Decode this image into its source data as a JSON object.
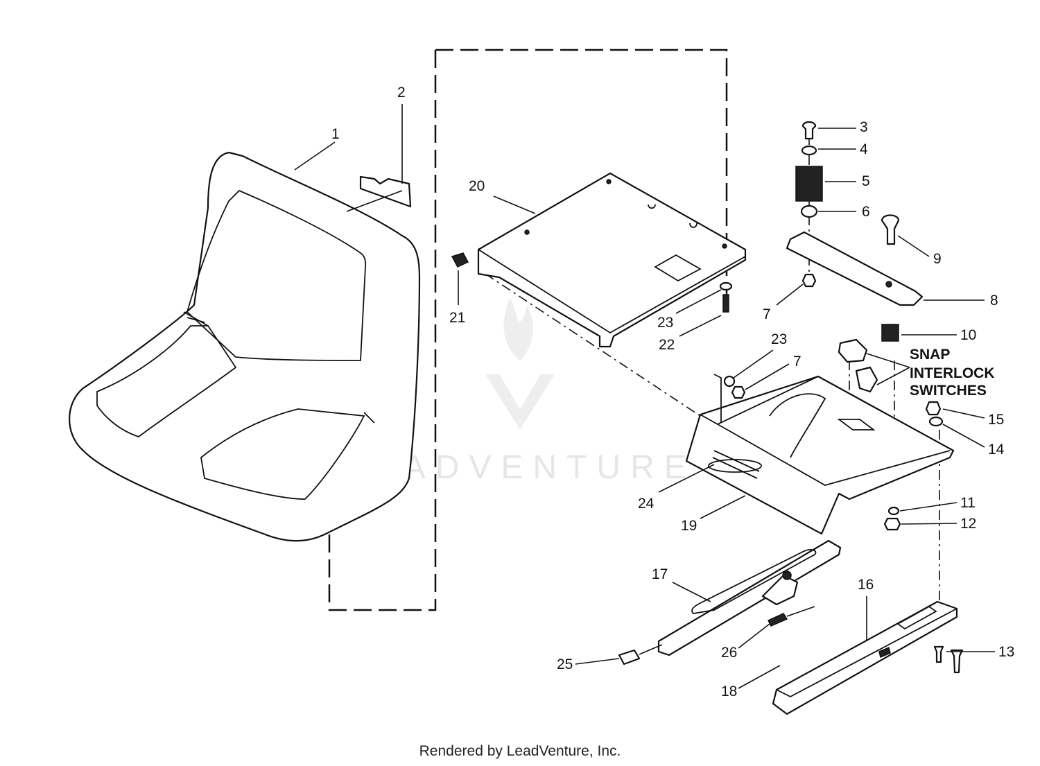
{
  "callouts": {
    "c1": "1",
    "c2": "2",
    "c3": "3",
    "c4": "4",
    "c5": "5",
    "c6": "6",
    "c7a": "7",
    "c7b": "7",
    "c8": "8",
    "c9": "9",
    "c10": "10",
    "c11": "11",
    "c12": "12",
    "c13": "13",
    "c14": "14",
    "c15": "15",
    "c16": "16",
    "c17": "17",
    "c18": "18",
    "c19": "19",
    "c20": "20",
    "c21": "21",
    "c22": "22",
    "c23a": "23",
    "c23b": "23",
    "c24": "24",
    "c25": "25",
    "c26": "26"
  },
  "switch_label": {
    "line1": "SNAP",
    "line2": "INTERLOCK",
    "line3": "SWITCHES"
  },
  "watermark": "LEADVENTURE",
  "footer": "Rendered by LeadVenture, Inc."
}
